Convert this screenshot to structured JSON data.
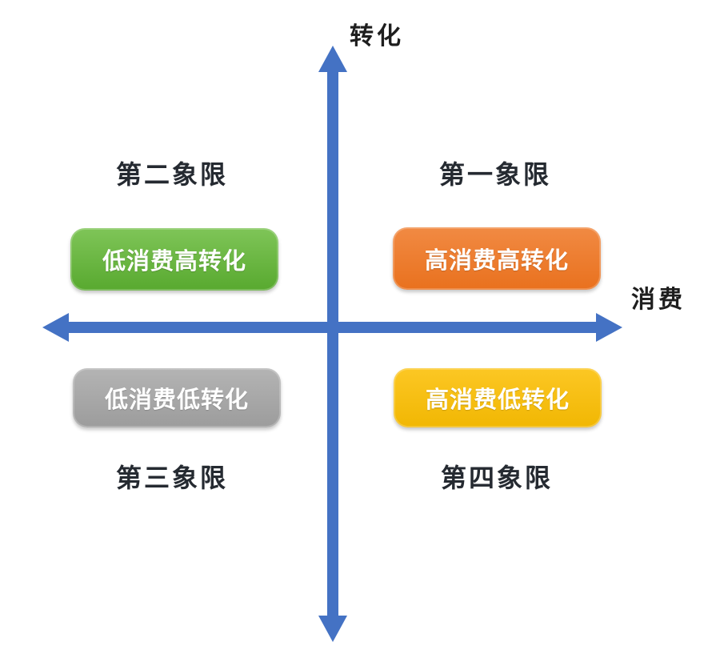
{
  "diagram": {
    "type": "quadrant-matrix",
    "background_color": "#ffffff",
    "axes": {
      "color": "#4472C4",
      "y_label": "转化",
      "x_label": "消费"
    },
    "quadrant_labels": {
      "q1": "第一象限",
      "q2": "第二象限",
      "q3": "第三象限",
      "q4": "第四象限"
    },
    "boxes": {
      "q1": {
        "label": "高消费高转化",
        "color": "#ED7D31",
        "text_color": "#FFFFFF"
      },
      "q2": {
        "label": "低消费高转化",
        "color": "#6CB33F",
        "text_color": "#FFFFFF"
      },
      "q3": {
        "label": "低消费低转化",
        "color": "#A6A6A6",
        "text_color": "#FFFFFF"
      },
      "q4": {
        "label": "高消费低转化",
        "color": "#FFC000",
        "text_color": "#FFFFFF"
      }
    },
    "label_text_color": "#252A31"
  }
}
